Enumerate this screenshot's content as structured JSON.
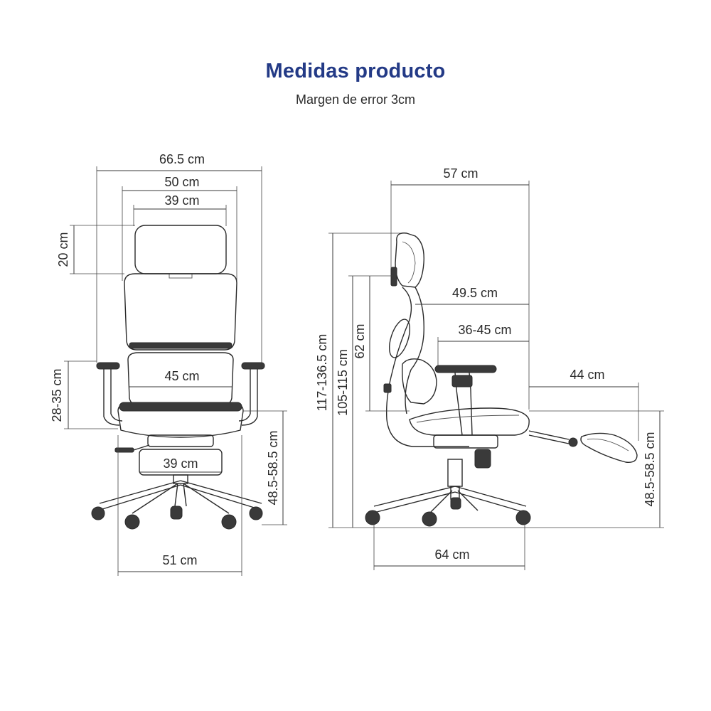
{
  "header": {
    "title": "Medidas producto",
    "subtitle": "Margen de error 3cm"
  },
  "front_view": {
    "total_width": "66.5 cm",
    "armrest_inner_width": "50 cm",
    "headrest_width": "39 cm",
    "headrest_height": "20 cm",
    "armrest_height": "28-35 cm",
    "backrest_width": "45 cm",
    "seat_width": "39 cm",
    "seat_height": "48.5-58.5 cm",
    "base_width": "51 cm"
  },
  "side_view": {
    "total_depth": "57 cm",
    "total_height": "117-136.5 cm",
    "backrest_height_range": "105-115 cm",
    "backrest_height": "62 cm",
    "armrest_depth": "49.5 cm",
    "seat_depth": "36-45 cm",
    "footrest_length": "44 cm",
    "footrest_height": "48.5-58.5 cm",
    "base_depth": "64 cm"
  }
}
